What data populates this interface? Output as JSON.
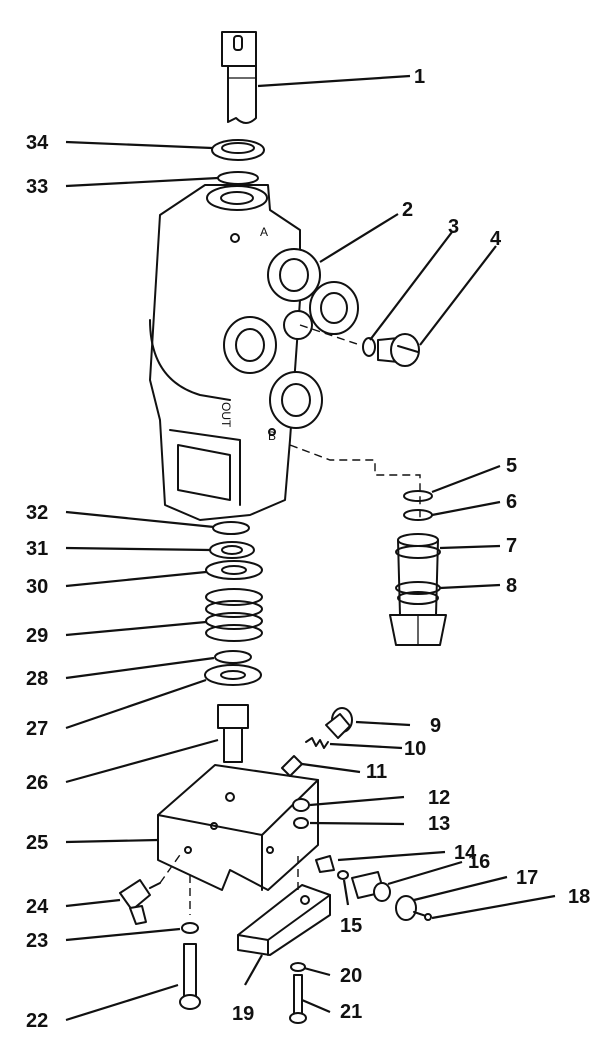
{
  "callouts": [
    {
      "id": "1",
      "label": "1"
    },
    {
      "id": "2",
      "label": "2"
    },
    {
      "id": "3",
      "label": "3"
    },
    {
      "id": "4",
      "label": "4"
    },
    {
      "id": "5",
      "label": "5"
    },
    {
      "id": "6",
      "label": "6"
    },
    {
      "id": "7",
      "label": "7"
    },
    {
      "id": "8",
      "label": "8"
    },
    {
      "id": "9",
      "label": "9"
    },
    {
      "id": "10",
      "label": "10"
    },
    {
      "id": "11",
      "label": "11"
    },
    {
      "id": "12",
      "label": "12"
    },
    {
      "id": "13",
      "label": "13"
    },
    {
      "id": "14",
      "label": "14"
    },
    {
      "id": "15",
      "label": "15"
    },
    {
      "id": "16",
      "label": "16"
    },
    {
      "id": "17",
      "label": "17"
    },
    {
      "id": "18",
      "label": "18"
    },
    {
      "id": "19",
      "label": "19"
    },
    {
      "id": "20",
      "label": "20"
    },
    {
      "id": "21",
      "label": "21"
    },
    {
      "id": "22",
      "label": "22"
    },
    {
      "id": "23",
      "label": "23"
    },
    {
      "id": "24",
      "label": "24"
    },
    {
      "id": "25",
      "label": "25"
    },
    {
      "id": "26",
      "label": "26"
    },
    {
      "id": "27",
      "label": "27"
    },
    {
      "id": "28",
      "label": "28"
    },
    {
      "id": "29",
      "label": "29"
    },
    {
      "id": "30",
      "label": "30"
    },
    {
      "id": "31",
      "label": "31"
    },
    {
      "id": "32",
      "label": "32"
    },
    {
      "id": "33",
      "label": "33"
    },
    {
      "id": "34",
      "label": "34"
    }
  ],
  "body_marks": {
    "out": "OUT",
    "port_a": "A",
    "port_b": "B"
  }
}
